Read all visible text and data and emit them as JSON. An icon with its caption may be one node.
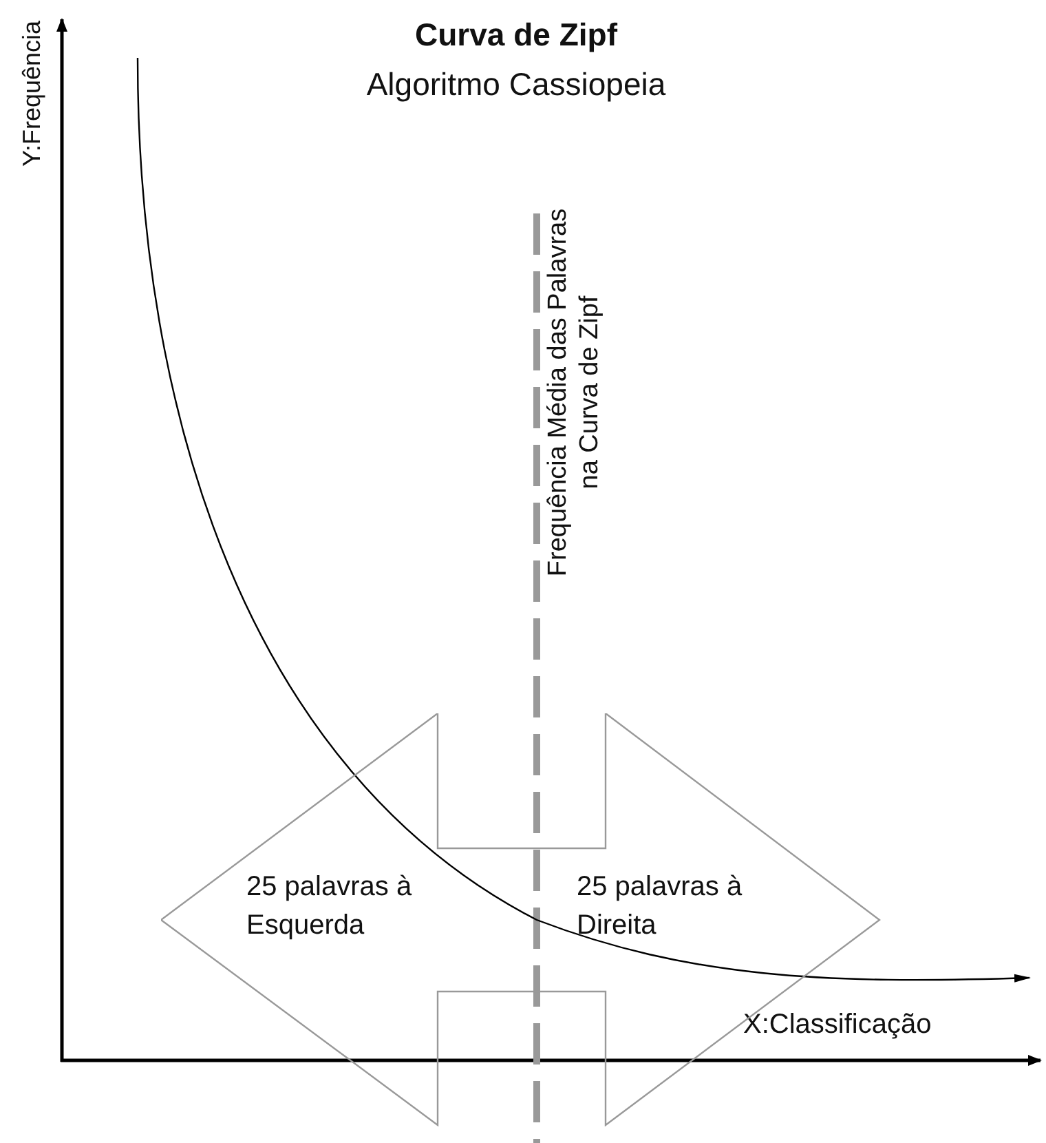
{
  "diagram": {
    "title": "Curva de Zipf",
    "nodes": [
      {
        "text": [
          "25 palavras à Esquerda",
          "25 palavras à Direita"
        ]
      }
    ],
    "labels": [
      "Algoritmo Cassiopeia",
      "Y:Frequência",
      "Frequência Média das Palavras na Curva de Zipf",
      "X:Classificação"
    ]
  }
}
